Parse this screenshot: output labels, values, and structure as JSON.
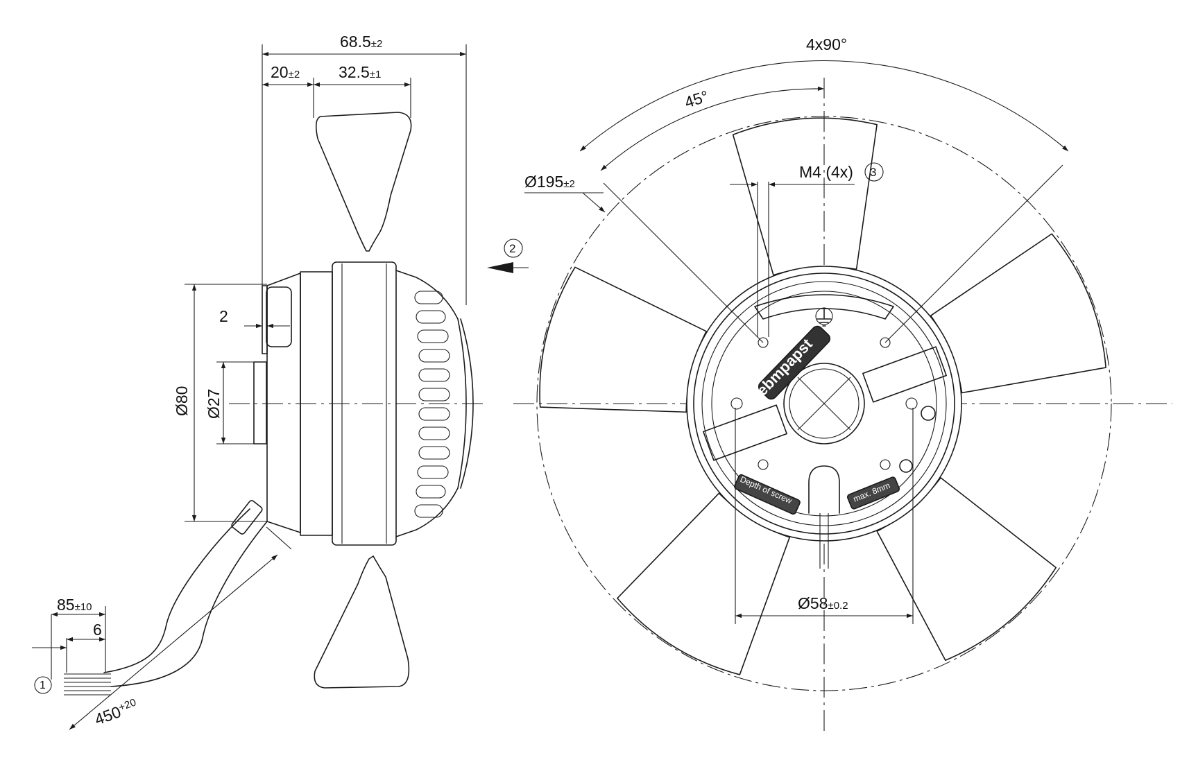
{
  "dimensions": {
    "overall_length": {
      "value": "68.5",
      "tolerance": "±2"
    },
    "front_offset": {
      "value": "20",
      "tolerance": "±2"
    },
    "blade_width": {
      "value": "32.5",
      "tolerance": "±1"
    },
    "flange_step": {
      "value": "2"
    },
    "motor_diameter": {
      "value": "Ø80"
    },
    "hub_diameter": {
      "value": "Ø27"
    },
    "cable_strip": {
      "value": "85",
      "tolerance": "±10"
    },
    "wire_strip": {
      "value": "6"
    },
    "cable_length": {
      "value": "450",
      "tolerance": "+20"
    },
    "angle_pattern": {
      "value": "4x90°"
    },
    "angle_offset": {
      "value": "45°"
    },
    "fan_diameter": {
      "value": "Ø195",
      "tolerance": "±2"
    },
    "screw_thread": {
      "value": "M4 (4x)"
    },
    "bolt_circle": {
      "value": "Ø58",
      "tolerance": "±0.2"
    }
  },
  "callouts": {
    "cable_exit": "1",
    "airflow": "2",
    "mounting_screws": "3"
  },
  "labels": {
    "brand_logo": "ebmpapst",
    "depth_of_screw": "Depth of screw",
    "max_depth": "max. 8mm"
  }
}
